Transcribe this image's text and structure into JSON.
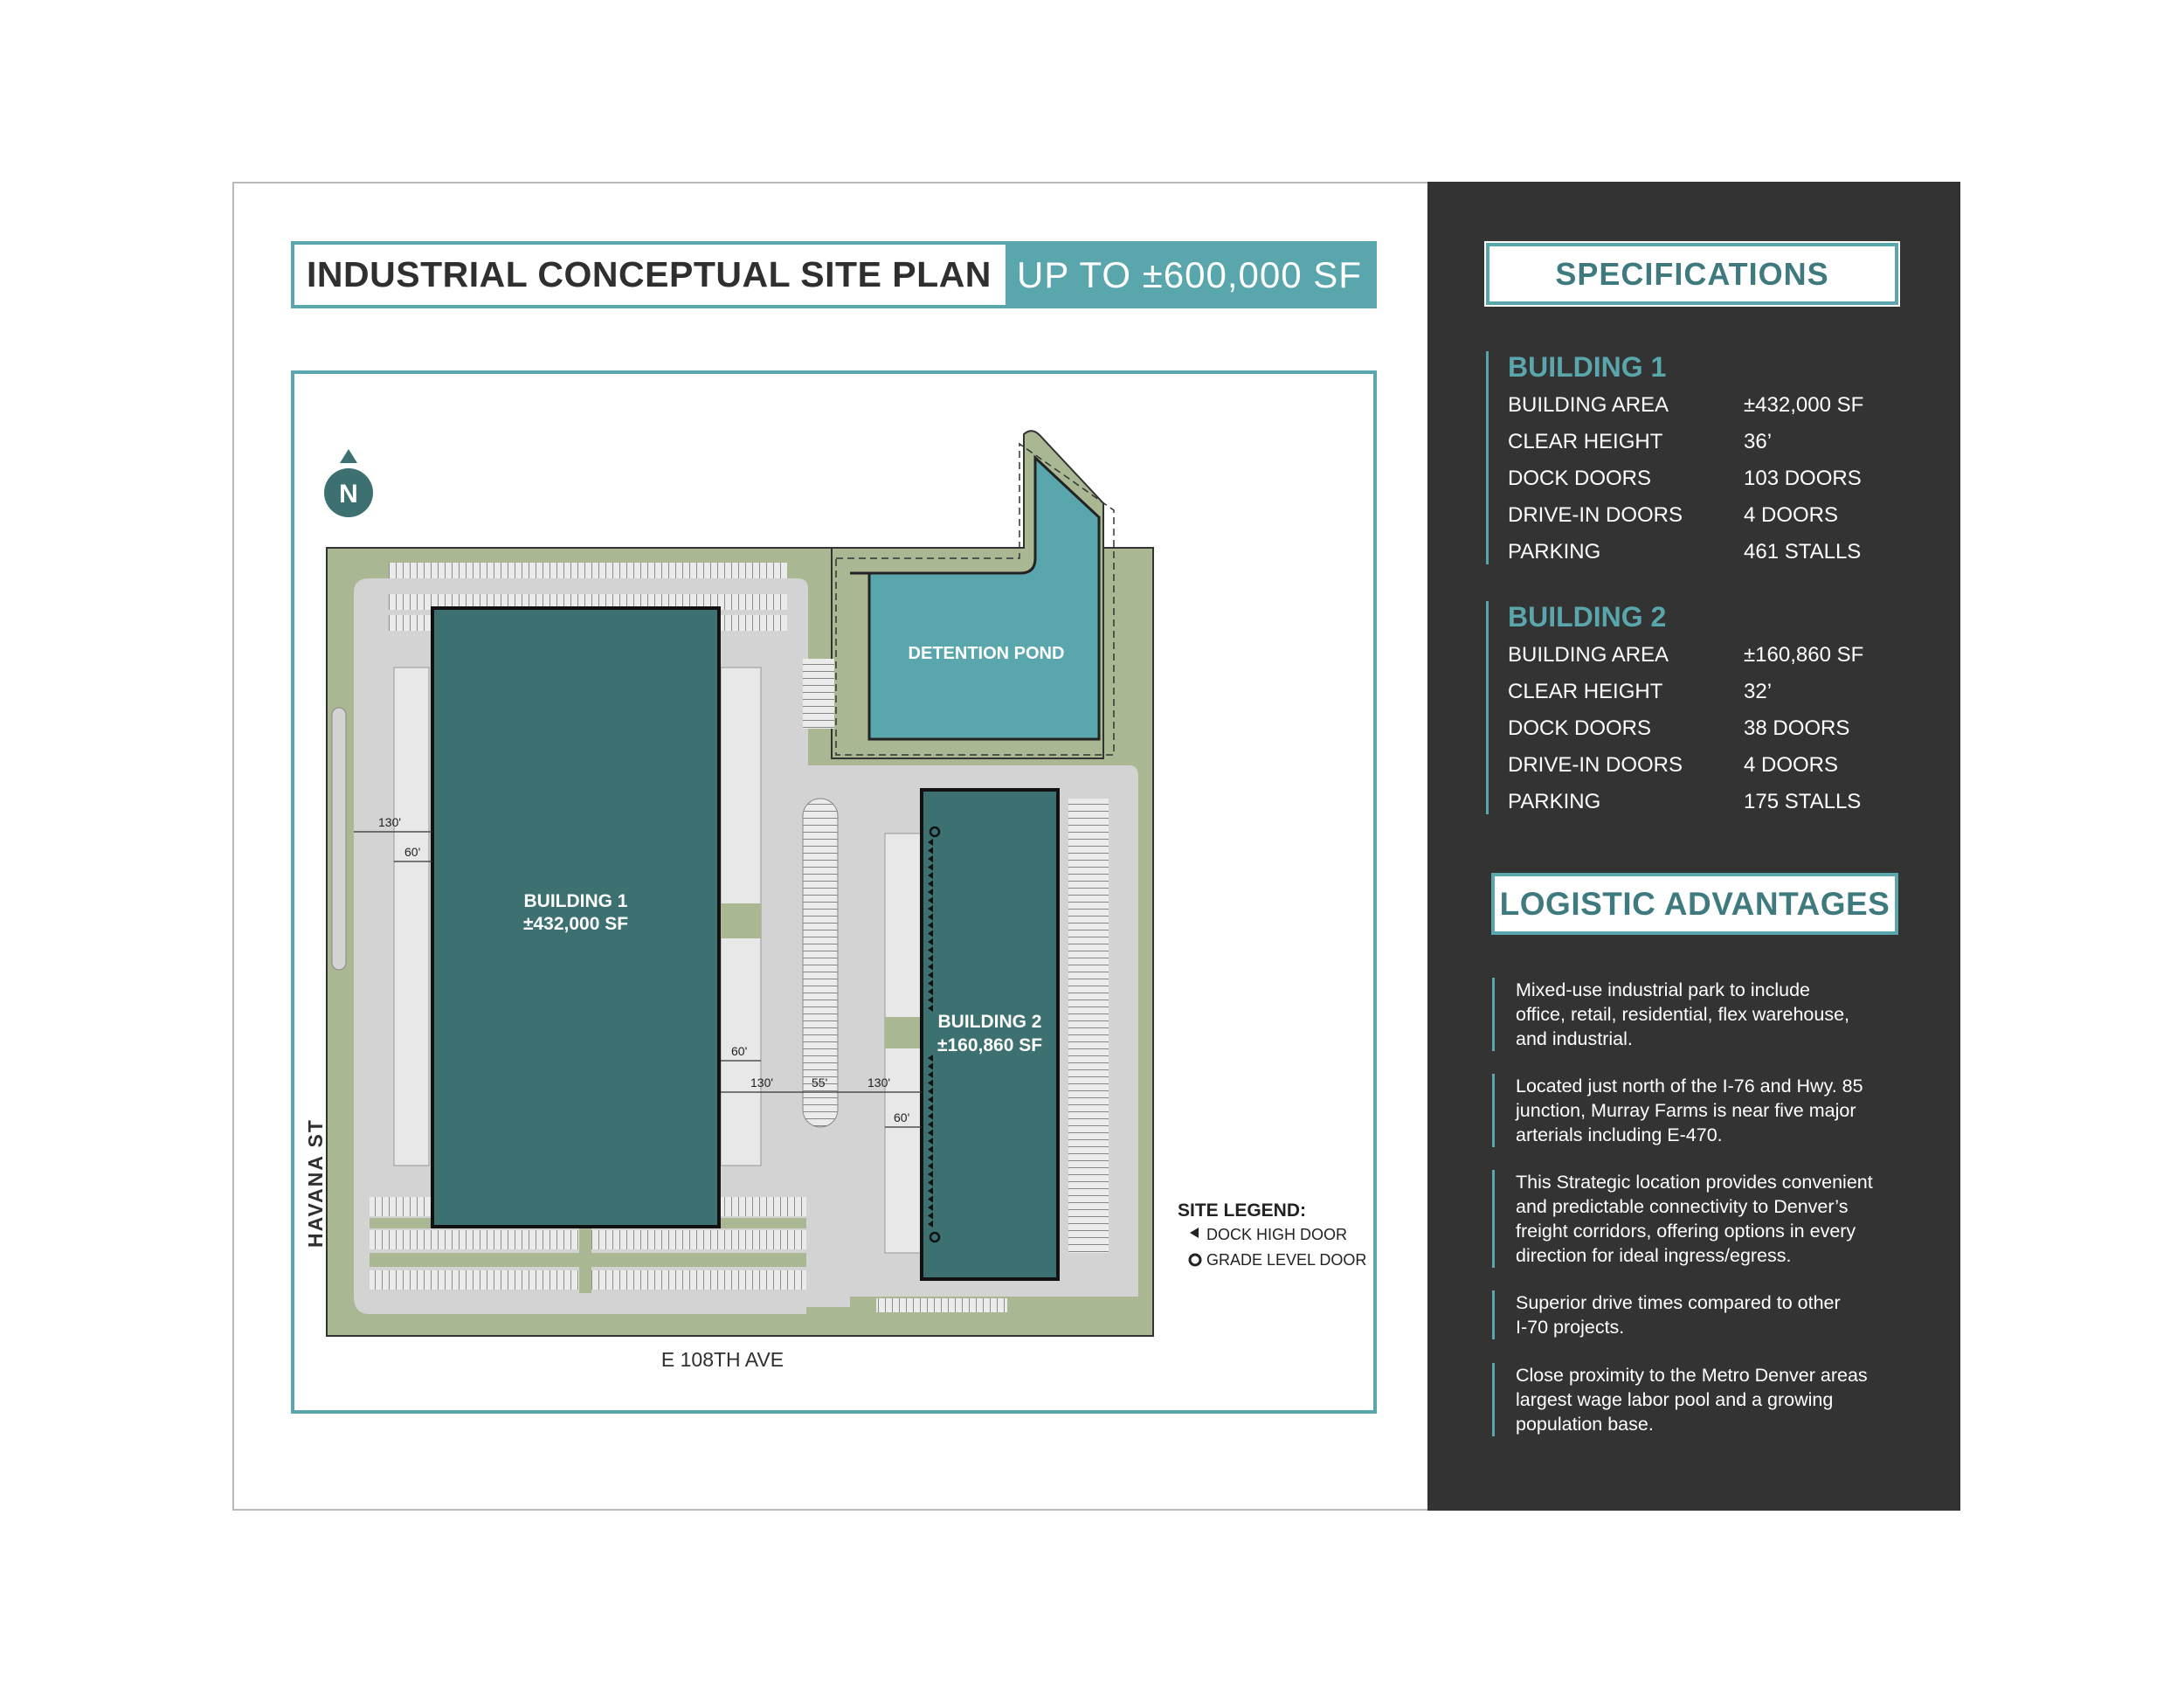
{
  "title": {
    "main": "INDUSTRIAL CONCEPTUAL SITE PLAN",
    "size": "UP TO ±600,000 SF"
  },
  "plan": {
    "north_label": "N",
    "building1_label": "BUILDING 1",
    "building1_area": "±432,000 SF",
    "building2_label": "BUILDING 2",
    "building2_area": "±160,860 SF",
    "pond_label": "DETENTION POND",
    "street_west": "HAVANA ST",
    "street_south": "E 108TH AVE",
    "dims": {
      "d130_a": "130'",
      "d60_a": "60'",
      "d60_b": "60'",
      "d130_b": "130'",
      "d55": "55'",
      "d130_c": "130'",
      "d60_c": "60'"
    },
    "legend": {
      "title": "SITE LEGEND:",
      "dock": "DOCK HIGH DOOR",
      "grade": "GRADE LEVEL DOOR"
    },
    "colors": {
      "building": "#3d7070",
      "pond": "#5aa6ad",
      "landscape": "#a9b793",
      "paving": "#d3d3d3",
      "accent": "#5aa6ad"
    }
  },
  "specifications": {
    "heading": "SPECIFICATIONS",
    "building1": {
      "title": "BUILDING 1",
      "rows": [
        {
          "k": "BUILDING AREA",
          "v": "±432,000 SF"
        },
        {
          "k": "CLEAR HEIGHT",
          "v": "36’"
        },
        {
          "k": "DOCK DOORS",
          "v": "103 DOORS"
        },
        {
          "k": "DRIVE-IN DOORS",
          "v": "4 DOORS"
        },
        {
          "k": "PARKING",
          "v": "461 STALLS"
        }
      ]
    },
    "building2": {
      "title": "BUILDING 2",
      "rows": [
        {
          "k": "BUILDING AREA",
          "v": "±160,860 SF"
        },
        {
          "k": "CLEAR HEIGHT",
          "v": "32’"
        },
        {
          "k": "DOCK DOORS",
          "v": "38 DOORS"
        },
        {
          "k": "DRIVE-IN DOORS",
          "v": "4 DOORS"
        },
        {
          "k": "PARKING",
          "v": "175 STALLS"
        }
      ]
    }
  },
  "logistics": {
    "heading": "LOGISTIC ADVANTAGES",
    "items": [
      [
        "Mixed-use industrial park to include",
        "office, retail, residential, flex warehouse,",
        "and industrial."
      ],
      [
        "Located just north of the I-76 and Hwy. 85",
        "junction, Murray Farms is near five major",
        "arterials including E-470."
      ],
      [
        "This Strategic location provides convenient",
        "and predictable connectivity to Denver’s",
        "freight corridors, offering options in every",
        "direction for ideal ingress/egress."
      ],
      [
        "Superior drive times compared to other",
        "I-70 projects."
      ],
      [
        "Close proximity to the Metro Denver areas",
        "largest wage labor pool and a growing",
        "population base."
      ]
    ]
  }
}
